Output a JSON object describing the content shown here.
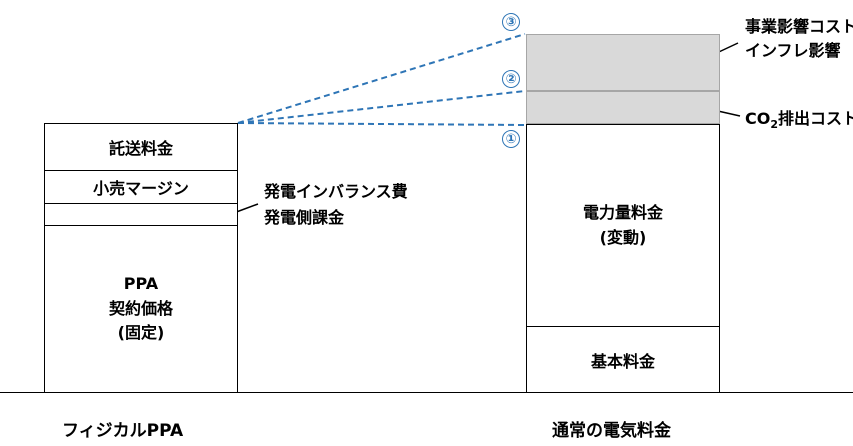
{
  "left_stack": {
    "rows": [
      "託送料金",
      "小売マージン",
      ""
    ],
    "main_lines": [
      "PPA",
      "契約価格",
      "(固定)"
    ],
    "caption": "フィジカルPPA"
  },
  "right_stack": {
    "usage_lines": [
      "電力量料金",
      "(変動)"
    ],
    "base": "基本料金",
    "caption": "通常の電気料金"
  },
  "labels": {
    "imbalance_line1": "発電インバランス費",
    "imbalance_line2": "発電側課金",
    "impact_line1": "事業影響コスト",
    "impact_line2": "インフレ影響",
    "co2_prefix": "CO",
    "co2_sub": "2",
    "co2_suffix": "排出コスト"
  },
  "markers": [
    "③",
    "②",
    "①"
  ],
  "colors": {
    "dash": "#2e75b6",
    "shade": "#d9d9d9",
    "shade_border": "#a6a6a6"
  }
}
